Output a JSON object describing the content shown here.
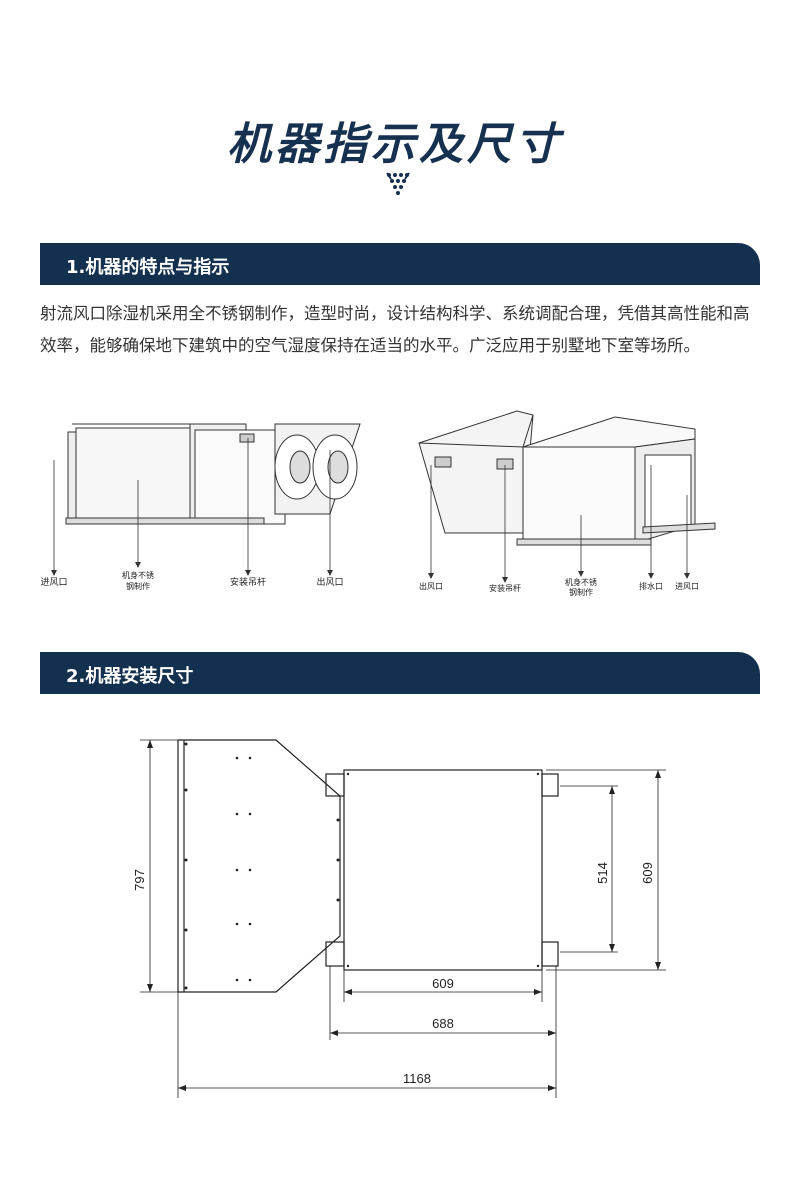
{
  "page": {
    "title": "机器指示及尺寸"
  },
  "section1": {
    "heading": "1.机器的特点与指示",
    "description": "射流风口除湿机采用全不锈钢制作，造型时尚，设计结构科学、系统调配合理，凭借其高性能和高效率，能够确保地下建筑中的空气湿度保持在适当的水平。广泛应用于别墅地下室等场所。"
  },
  "diagram_left": {
    "labels": {
      "inlet": "进风口",
      "body_line1": "机身不锈",
      "body_line2": "钢制作",
      "hanger": "安装吊杆",
      "outlet": "出风口"
    }
  },
  "diagram_right": {
    "labels": {
      "outlet": "出风口",
      "hanger": "安装吊杆",
      "body_line1": "机身不锈",
      "body_line2": "钢制作",
      "drain": "排水口",
      "inlet": "进风口"
    }
  },
  "section2": {
    "heading": "2.机器安装尺寸"
  },
  "dimensions": {
    "height_total": "797",
    "inner_height": "514",
    "outer_height": "609",
    "body_width": "609",
    "frame_width": "688",
    "total_length": "1168"
  },
  "colors": {
    "brand": "#14304f"
  }
}
